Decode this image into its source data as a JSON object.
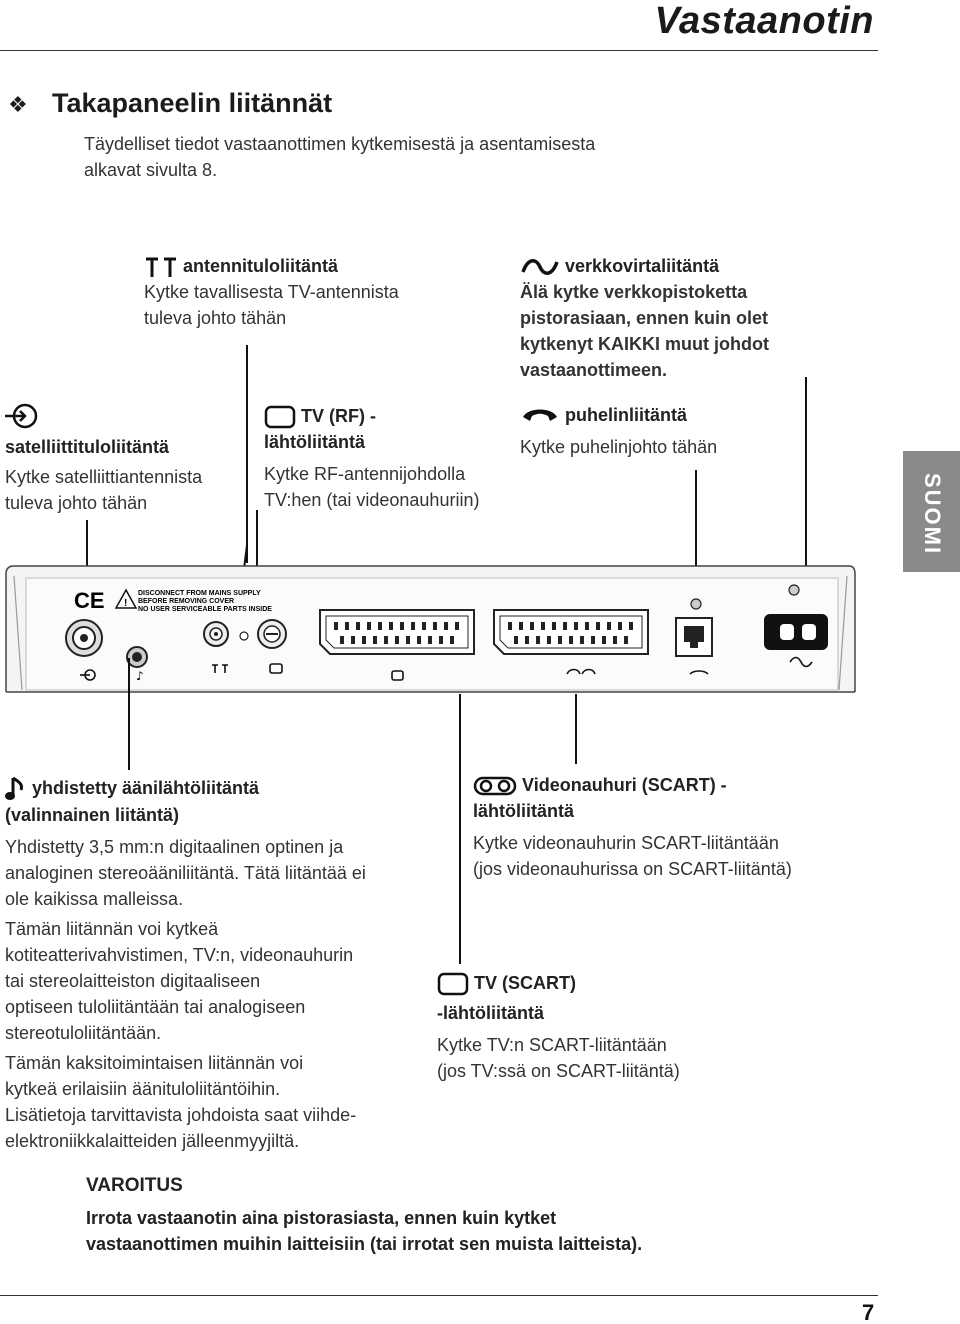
{
  "header": {
    "chapter": "Vastaanotin"
  },
  "section": {
    "title": "Takapaneelin liitännät",
    "intro": [
      "Täydelliset tiedot vastaanottimen kytkemisestä ja asentamisesta",
      "alkavat sivulta 8."
    ]
  },
  "labels": {
    "antenna_in": {
      "title": "antennituloliitäntä",
      "lines": [
        "Kytke tavallisesta TV-antennista",
        "tuleva johto tähän"
      ]
    },
    "mains": {
      "title": "verkkovirtaliitäntä",
      "lines": [
        "Älä kytke verkkopistoketta",
        "pistorasiaan, ennen kuin olet",
        "kytkenyt KAIKKI muut johdot",
        "vastaanottimeen."
      ]
    },
    "satellite_in": {
      "title": "satelliittituloliitäntä",
      "lines": [
        "Kytke satelliittiantennista",
        "tuleva johto tähän"
      ]
    },
    "tv_rf_out": {
      "title_1": "TV (RF) -",
      "title_2": "lähtöliitäntä",
      "lines": [
        "Kytke RF-antennijohdolla",
        "TV:hen (tai videonauhuriin)"
      ]
    },
    "phone": {
      "title": "puhelinliitäntä",
      "lines": [
        "Kytke puhelinjohto tähän"
      ]
    },
    "audio_out": {
      "title_1": "yhdistetty äänilähtöliitäntä",
      "title_2": "(valinnainen liitäntä)",
      "p1": [
        "Yhdistetty 3,5 mm:n digitaalinen optinen ja",
        "analoginen stereoääniliitäntä. Tätä liitäntää ei",
        "ole kaikissa malleissa."
      ],
      "p2": [
        "Tämän liitännän voi kytkeä",
        "kotiteatterivahvistimen, TV:n, videonauhurin",
        "tai stereolaitteiston digitaaliseen",
        "optiseen tuloliitäntään tai analogiseen",
        "stereotuloliitäntään."
      ],
      "p3": [
        "Tämän kaksitoimintaisen liitännän voi",
        "kytkeä erilaisiin äänituloliitäntöihin.",
        "Lisätietoja tarvittavista johdoista saat viihde-",
        "elektroniikkalaitteiden jälleenmyyjiltä."
      ]
    },
    "vcr_scart": {
      "title_1": "Videonauhuri (SCART) -",
      "title_2": "lähtöliitäntä",
      "lines": [
        "Kytke videonauhurin SCART-liitäntään",
        "(jos videonauhurissa on SCART-liitäntä)"
      ]
    },
    "tv_scart": {
      "title_1": "TV (SCART)",
      "title_2": "-lähtöliitäntä",
      "lines": [
        "Kytke TV:n SCART-liitäntään",
        "(jos TV:ssä on SCART-liitäntä)"
      ]
    }
  },
  "panel": {
    "ce_mark": "CE",
    "warning_lines": [
      "DISCONNECT FROM MAINS SUPPLY",
      "BEFORE REMOVING COVER",
      "NO USER SERVICEABLE PARTS INSIDE"
    ]
  },
  "side_tab": {
    "language": "SUOMI"
  },
  "warning": {
    "title": "VAROITUS",
    "lines": [
      "Irrota vastaanotin aina pistorasiasta, ennen kuin kytket",
      "vastaanottimen muihin laitteisiin (tai irrotat sen muista laitteista)."
    ]
  },
  "footer": {
    "page_number": "7"
  },
  "icons": [
    "antenna-icon",
    "mains-ac-icon",
    "satellite-icon",
    "tv-icon",
    "phone-icon",
    "music-note-icon",
    "vcr-icon"
  ]
}
